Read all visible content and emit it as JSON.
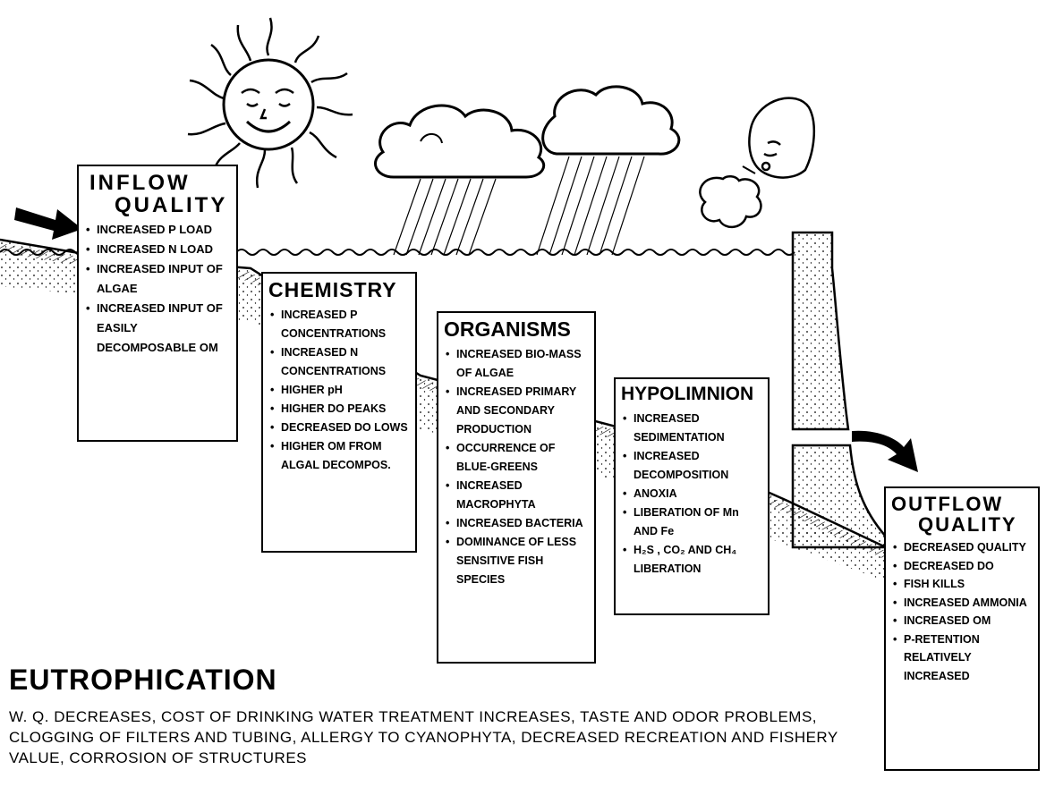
{
  "title": "EUTROPHICATION",
  "consequences": "W. Q. DECREASES, COST OF DRINKING WATER TREATMENT INCREASES, TASTE AND ODOR PROBLEMS, CLOGGING OF FILTERS AND TUBING, ALLERGY TO CYANOPHYTA, DECREASED RECREATION AND FISHERY VALUE, CORROSION OF STRUCTURES",
  "boxes": {
    "inflow": {
      "title_line1": "INFLOW",
      "title_line2": "QUALITY",
      "items": [
        "INCREASED P LOAD",
        "INCREASED N LOAD",
        "INCREASED INPUT OF ALGAE",
        "INCREASED INPUT OF EASILY DECOMPOSABLE OM"
      ]
    },
    "chemistry": {
      "title": "CHEMISTRY",
      "items": [
        "INCREASED P CONCENTRATIONS",
        "INCREASED N CONCENTRATIONS",
        "HIGHER pH",
        "HIGHER DO PEAKS",
        "DECREASED DO LOWS",
        "HIGHER OM FROM ALGAL DECOMPOS."
      ]
    },
    "organisms": {
      "title": "ORGANISMS",
      "items": [
        "INCREASED BIO-MASS OF ALGAE",
        "INCREASED PRIMARY AND SECONDARY PRODUCTION",
        "OCCURRENCE OF BLUE-GREENS",
        "INCREASED MACROPHYTA",
        "INCREASED BACTERIA",
        "DOMINANCE OF LESS SENSITIVE FISH SPECIES"
      ]
    },
    "hypolimnion": {
      "title": "HYPOLIMNION",
      "items": [
        "INCREASED SEDIMENTATION",
        "INCREASED DECOMPOSITION",
        "ANOXIA",
        "LIBERATION OF Mn AND Fe",
        "H₂S , CO₂ AND CH₄ LIBERATION"
      ]
    },
    "outflow": {
      "title_line1": "OUTFLOW",
      "title_line2": "QUALITY",
      "items": [
        "DECREASED QUALITY",
        "DECREASED DO",
        "FISH KILLS",
        "INCREASED AMMONIA",
        "INCREASED OM",
        "P-RETENTION RELATIVELY INCREASED"
      ]
    }
  },
  "icons": [
    "sun-icon",
    "cloud-icon",
    "rain-icon",
    "wind-face-icon",
    "dam-icon",
    "inflow-arrow-icon",
    "outflow-arrow-icon"
  ]
}
